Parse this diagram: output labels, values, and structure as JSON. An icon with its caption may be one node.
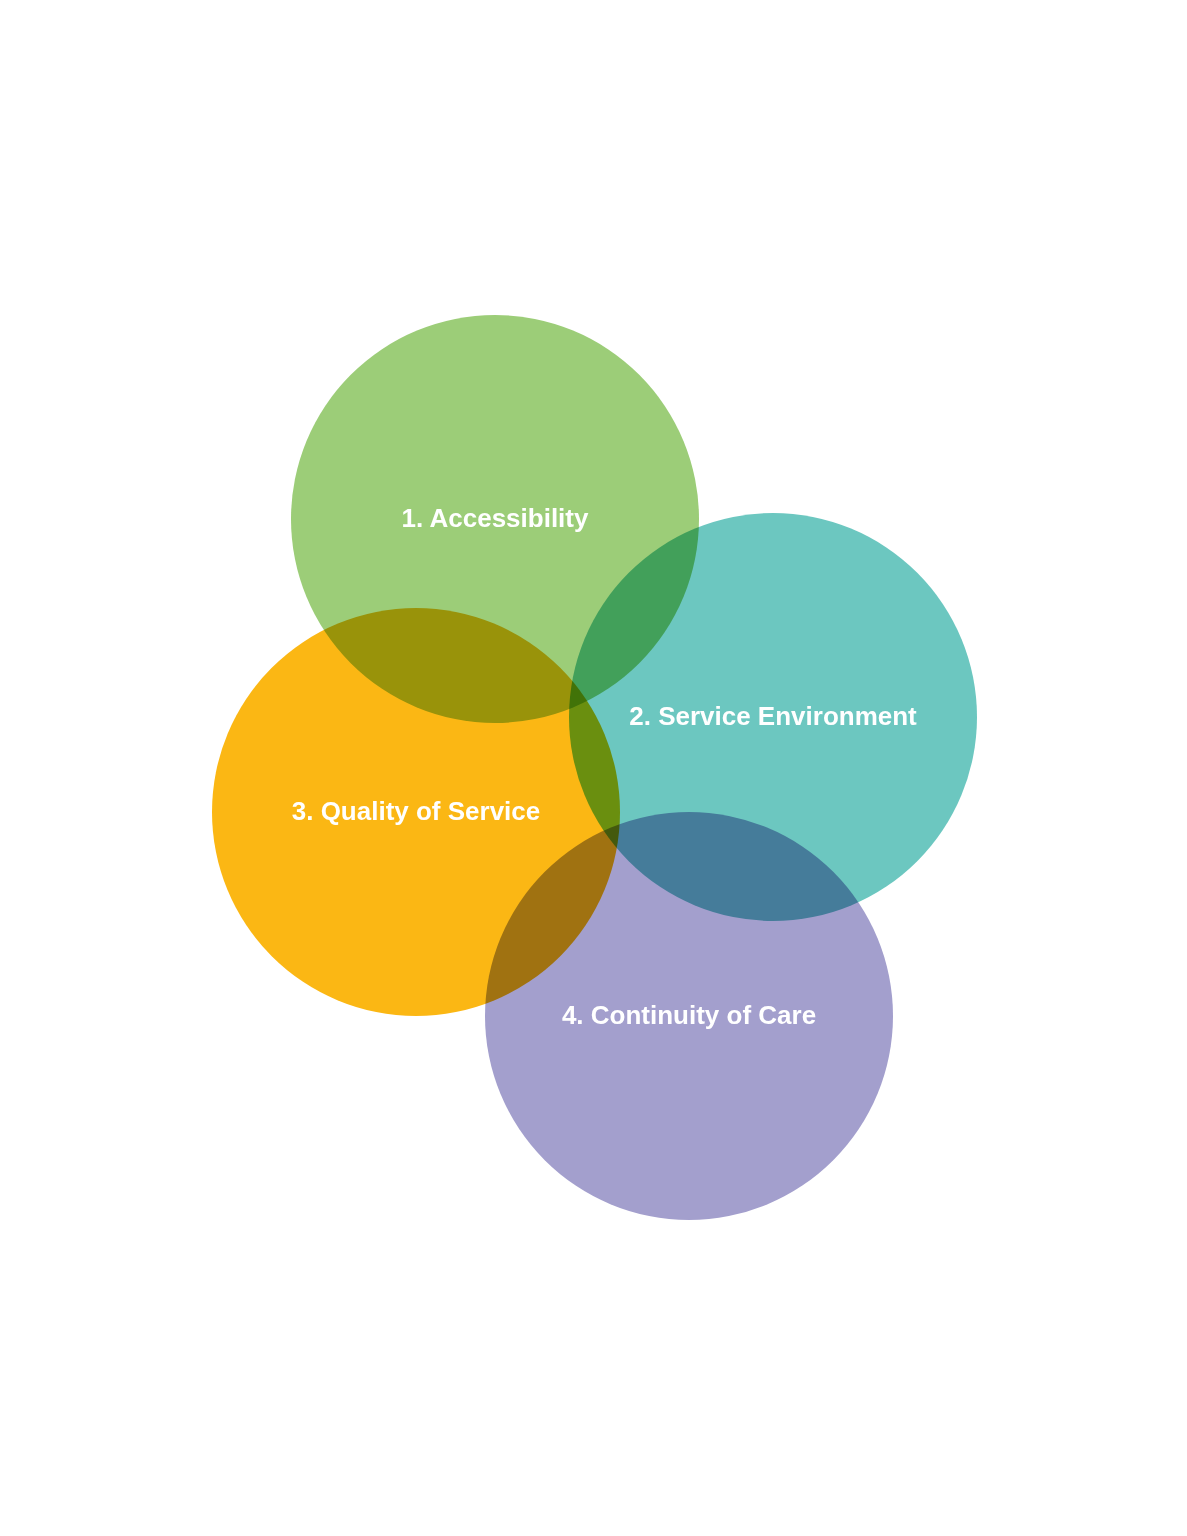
{
  "diagram": {
    "nodes": [
      {
        "text": [
          "1. Accessibility"
        ]
      },
      {
        "text": [
          "2. Service Environment"
        ]
      },
      {
        "text": [
          "3. Quality of Service"
        ]
      },
      {
        "text": [
          "4. Continuity of Care"
        ]
      }
    ],
    "edges": []
  }
}
